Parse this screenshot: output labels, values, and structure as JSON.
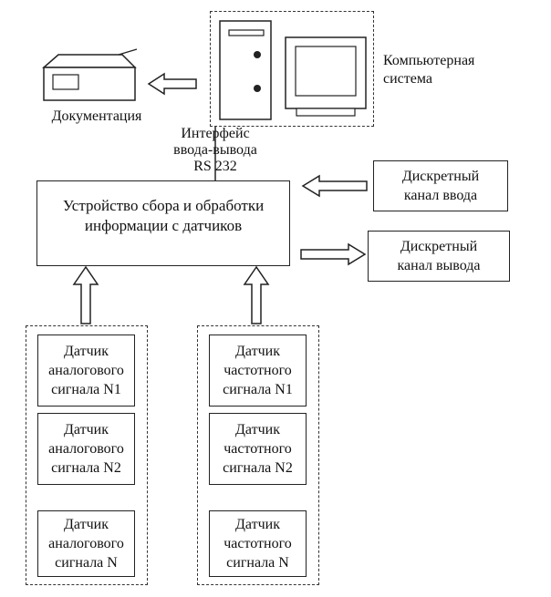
{
  "computer_system": {
    "label": "Компьютерная\nсистема"
  },
  "documentation": {
    "label": "Документация"
  },
  "interface": {
    "label": "Интерфейс\nввода-вывода\nRS 232"
  },
  "processing_unit": {
    "label": "Устройство сбора и обработки\nинформации с датчиков"
  },
  "discrete_input": {
    "label": "Дискретный\nканал ввода"
  },
  "discrete_output": {
    "label": "Дискретный\nканал вывода"
  },
  "analog_sensors": [
    {
      "label": "Датчик\nаналогового\nсигнала N1"
    },
    {
      "label": "Датчик\nаналогового\nсигнала N2"
    },
    {
      "label": "Датчик\nаналогового\nсигнала N"
    }
  ],
  "frequency_sensors": [
    {
      "label": "Датчик\nчастотного\nсигнала N1"
    },
    {
      "label": "Датчик\nчастотного\nсигнала N2"
    },
    {
      "label": "Датчик\nчастотного\nсигнала N"
    }
  ],
  "icons": {
    "computer": "computer-icon",
    "printer": "printer-icon"
  }
}
